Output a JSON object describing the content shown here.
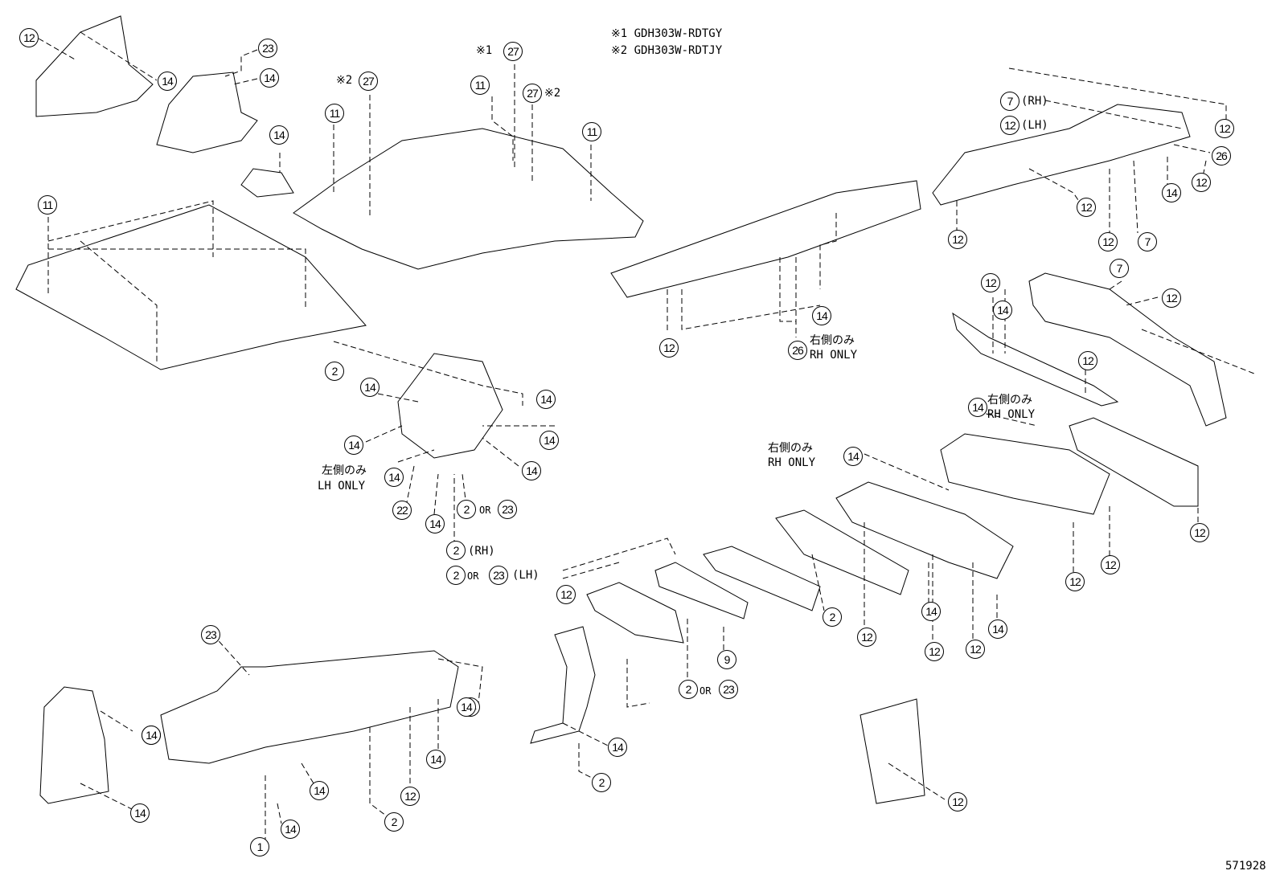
{
  "notes": {
    "n1": "※1 GDH303W-RDTGY",
    "n2": "※2 GDH303W-RDTJY"
  },
  "figure_number": "571928",
  "texts": {
    "rh": "(RH)",
    "lh": "(LH)",
    "or": "OR",
    "mark1": "※1",
    "mark2": "※2",
    "rh_only_jp": "右側のみ",
    "rh_only": "RH ONLY",
    "lh_only_jp": "左側のみ",
    "lh_only": "LH ONLY"
  },
  "callouts": [
    {
      "n": "12"
    },
    {
      "n": "14"
    },
    {
      "n": "23"
    },
    {
      "n": "14"
    },
    {
      "n": "14"
    },
    {
      "n": "27"
    },
    {
      "n": "27"
    },
    {
      "n": "11"
    },
    {
      "n": "27"
    },
    {
      "n": "11"
    },
    {
      "n": "11"
    },
    {
      "n": "11"
    },
    {
      "n": "7"
    },
    {
      "n": "12"
    },
    {
      "n": "12"
    },
    {
      "n": "26"
    },
    {
      "n": "12"
    },
    {
      "n": "14"
    },
    {
      "n": "12"
    },
    {
      "n": "12"
    },
    {
      "n": "12"
    },
    {
      "n": "7"
    },
    {
      "n": "14"
    },
    {
      "n": "12"
    },
    {
      "n": "26"
    },
    {
      "n": "2"
    },
    {
      "n": "14"
    },
    {
      "n": "14"
    },
    {
      "n": "14"
    },
    {
      "n": "14"
    },
    {
      "n": "14"
    },
    {
      "n": "14"
    },
    {
      "n": "22"
    },
    {
      "n": "14"
    },
    {
      "n": "2"
    },
    {
      "n": "23"
    },
    {
      "n": "2"
    },
    {
      "n": "2"
    },
    {
      "n": "23"
    },
    {
      "n": "12"
    },
    {
      "n": "14"
    },
    {
      "n": "7"
    },
    {
      "n": "12"
    },
    {
      "n": "12"
    },
    {
      "n": "14"
    },
    {
      "n": "14"
    },
    {
      "n": "12"
    },
    {
      "n": "12"
    },
    {
      "n": "12"
    },
    {
      "n": "14"
    },
    {
      "n": "12"
    },
    {
      "n": "12"
    },
    {
      "n": "14"
    },
    {
      "n": "2"
    },
    {
      "n": "12"
    },
    {
      "n": "9"
    },
    {
      "n": "12"
    },
    {
      "n": "2"
    },
    {
      "n": "23"
    },
    {
      "n": "14"
    },
    {
      "n": "2"
    },
    {
      "n": "23"
    },
    {
      "n": "14"
    },
    {
      "n": "14"
    },
    {
      "n": "14"
    },
    {
      "n": "14"
    },
    {
      "n": "14"
    },
    {
      "n": "14"
    },
    {
      "n": "1"
    },
    {
      "n": "14"
    },
    {
      "n": "2"
    },
    {
      "n": "12"
    },
    {
      "n": "14"
    },
    {
      "n": "12"
    }
  ]
}
